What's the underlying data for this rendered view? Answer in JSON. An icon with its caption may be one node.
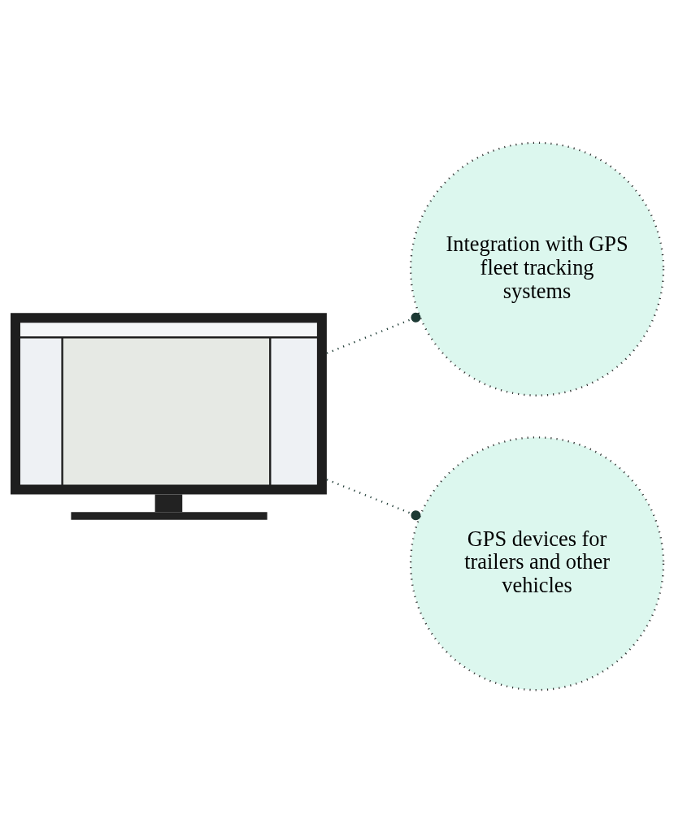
{
  "diagram": {
    "nodes": [
      {
        "text": [],
        "shape": "picture"
      },
      {
        "text": [
          "Integration with GPS fleet tracking systems"
        ]
      },
      {
        "text": [
          "GPS devices for trailers and other vehicles"
        ]
      }
    ],
    "edges": [
      {
        "from": 0,
        "to": 1,
        "arrow": "other",
        "style": "dashed"
      },
      {
        "from": 0,
        "to": 2,
        "arrow": "other",
        "style": "dashed"
      }
    ]
  }
}
